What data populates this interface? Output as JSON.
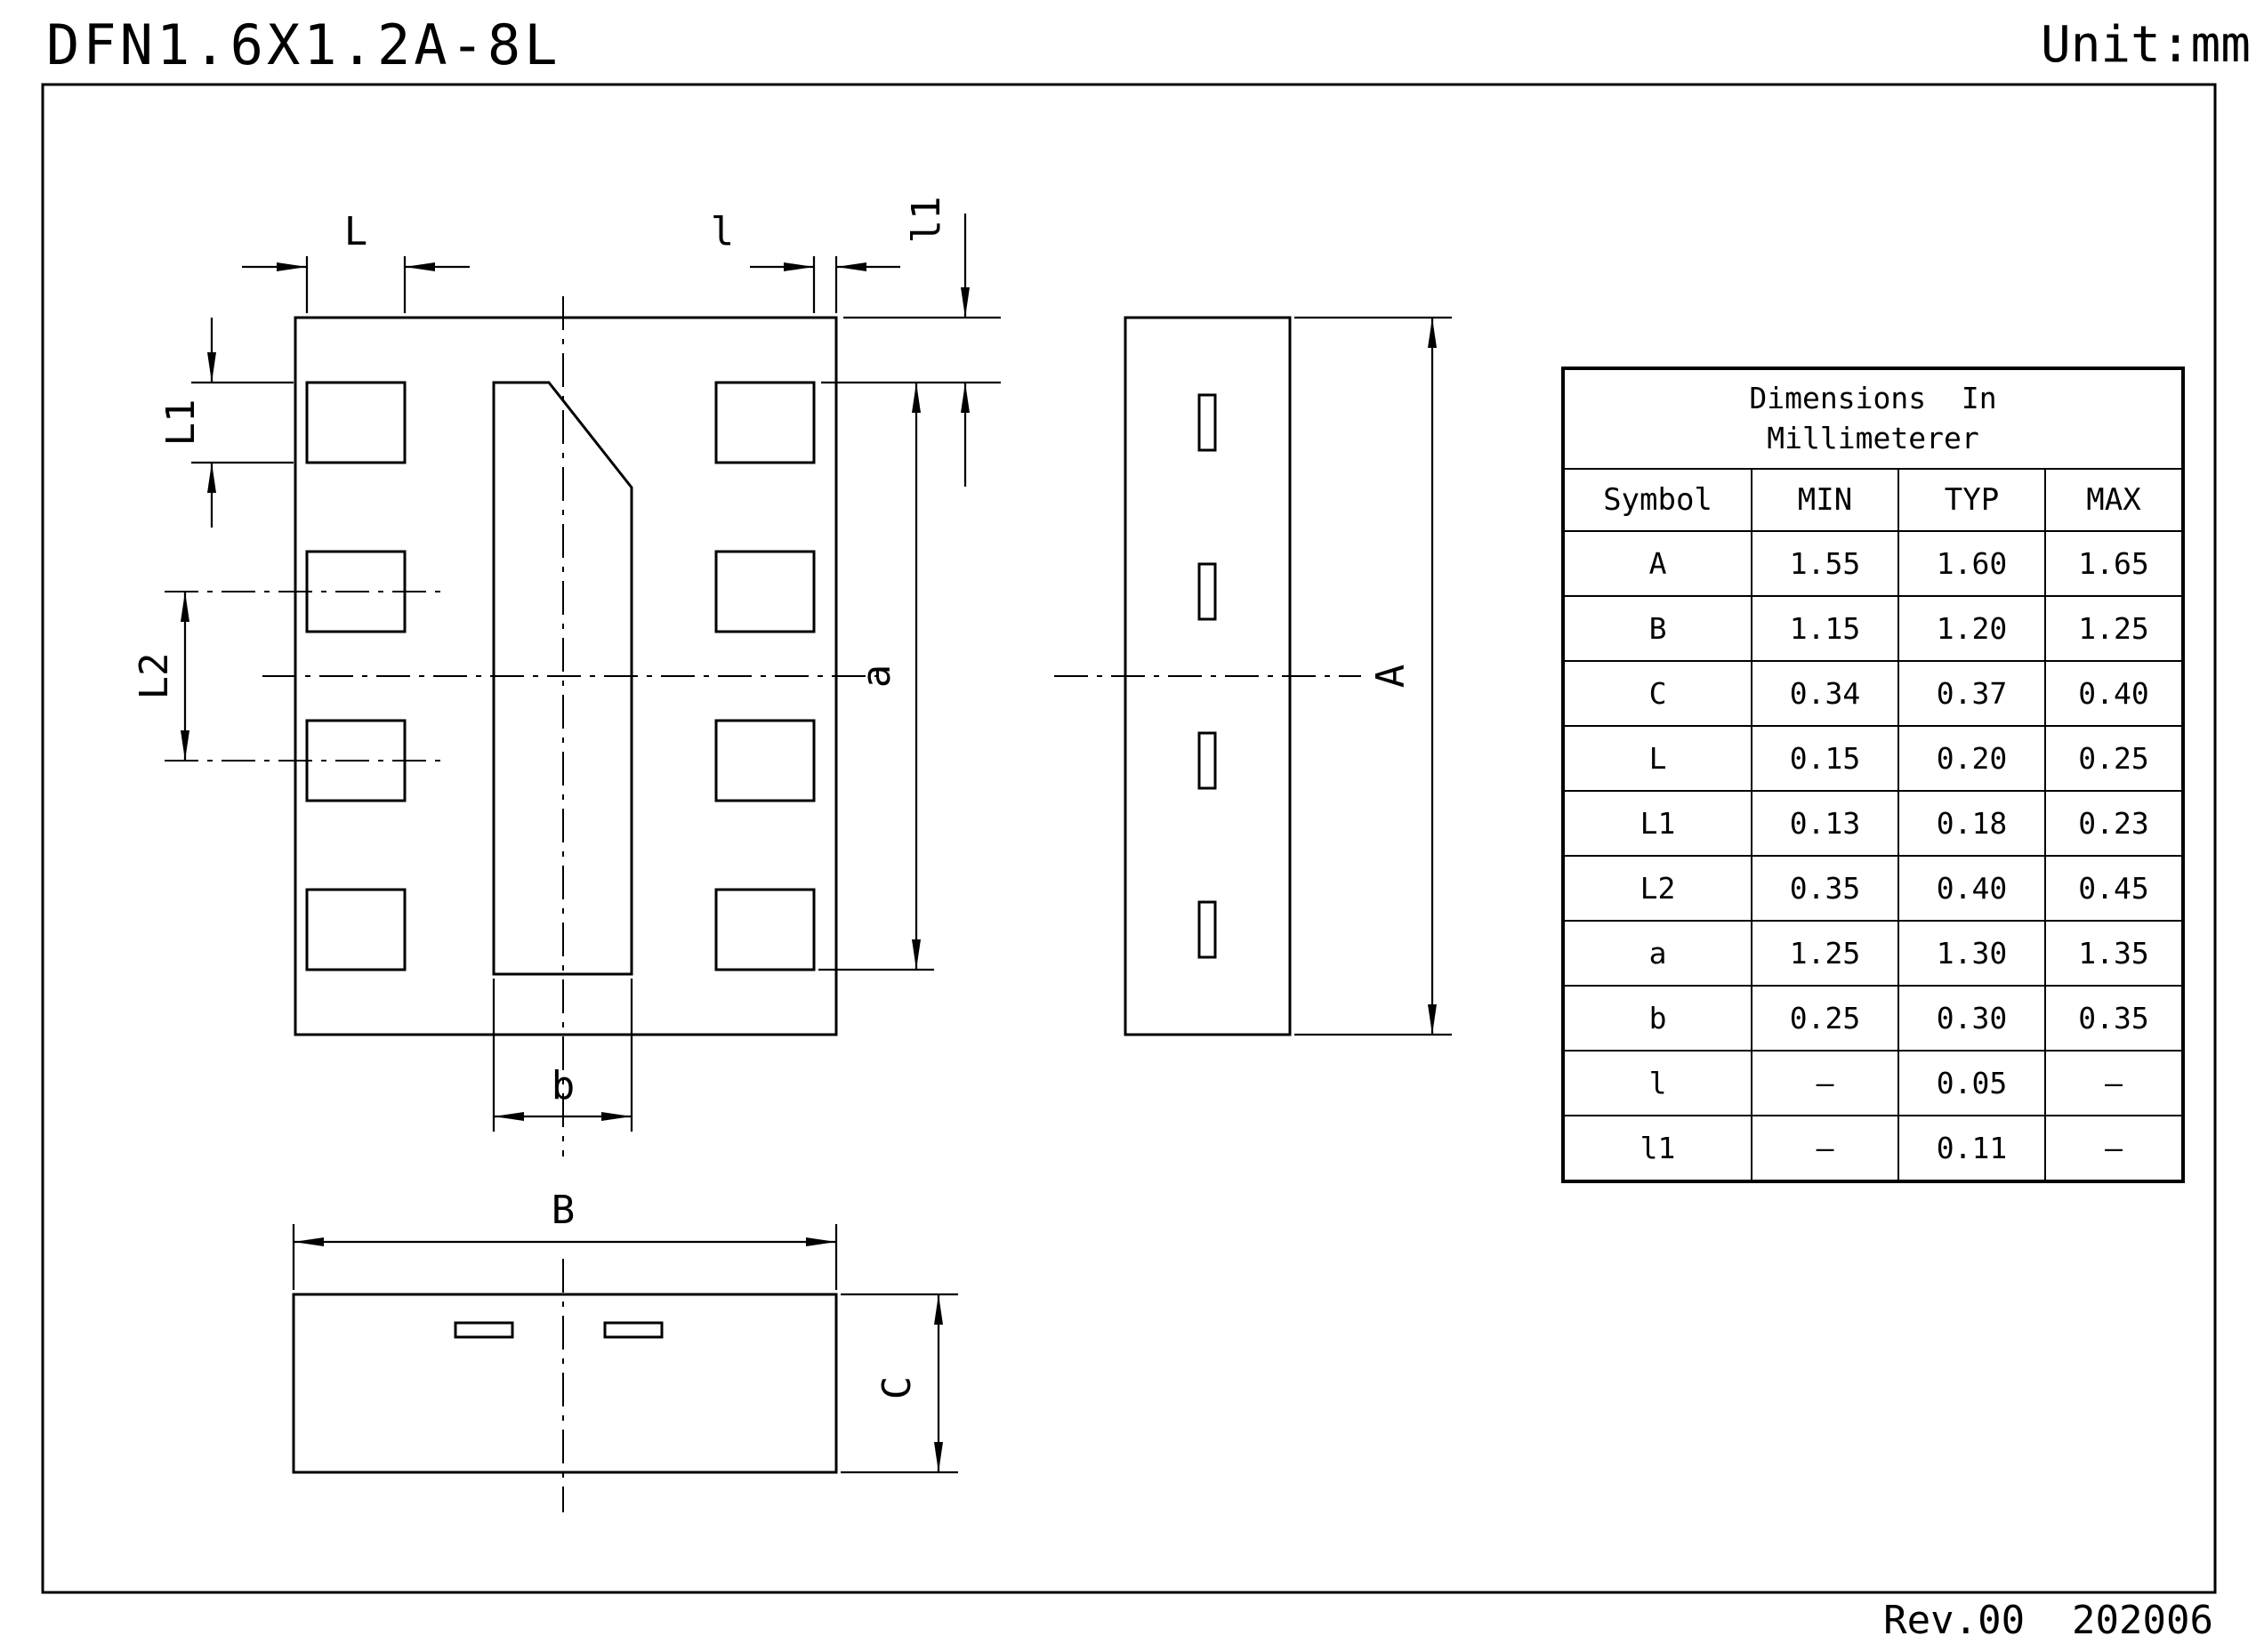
{
  "page": {
    "title": "DFN1.6X1.2A-8L",
    "unit": "Unit:mm",
    "revision": "Rev.00  202006"
  },
  "drawing": {
    "top_view": {
      "dim_L": "L",
      "dim_l": "l",
      "dim_l1": "l1",
      "dim_L1": "L1",
      "dim_L2": "L2",
      "dim_a": "a",
      "dim_b": "b"
    },
    "side_view": {
      "dim_A": "A"
    },
    "bottom_view": {
      "dim_B": "B",
      "dim_C": "C"
    }
  },
  "table": {
    "title_line1": "Dimensions  In",
    "title_line2": "Millimeterer",
    "headers": [
      "Symbol",
      "MIN",
      "TYP",
      "MAX"
    ],
    "rows": [
      {
        "symbol": "A",
        "min": "1.55",
        "typ": "1.60",
        "max": "1.65"
      },
      {
        "symbol": "B",
        "min": "1.15",
        "typ": "1.20",
        "max": "1.25"
      },
      {
        "symbol": "C",
        "min": "0.34",
        "typ": "0.37",
        "max": "0.40"
      },
      {
        "symbol": "L",
        "min": "0.15",
        "typ": "0.20",
        "max": "0.25"
      },
      {
        "symbol": "L1",
        "min": "0.13",
        "typ": "0.18",
        "max": "0.23"
      },
      {
        "symbol": "L2",
        "min": "0.35",
        "typ": "0.40",
        "max": "0.45"
      },
      {
        "symbol": "a",
        "min": "1.25",
        "typ": "1.30",
        "max": "1.35"
      },
      {
        "symbol": "b",
        "min": "0.25",
        "typ": "0.30",
        "max": "0.35"
      },
      {
        "symbol": "l",
        "min": "–",
        "typ": "0.05",
        "max": "–"
      },
      {
        "symbol": "l1",
        "min": "–",
        "typ": "0.11",
        "max": "–"
      }
    ]
  }
}
